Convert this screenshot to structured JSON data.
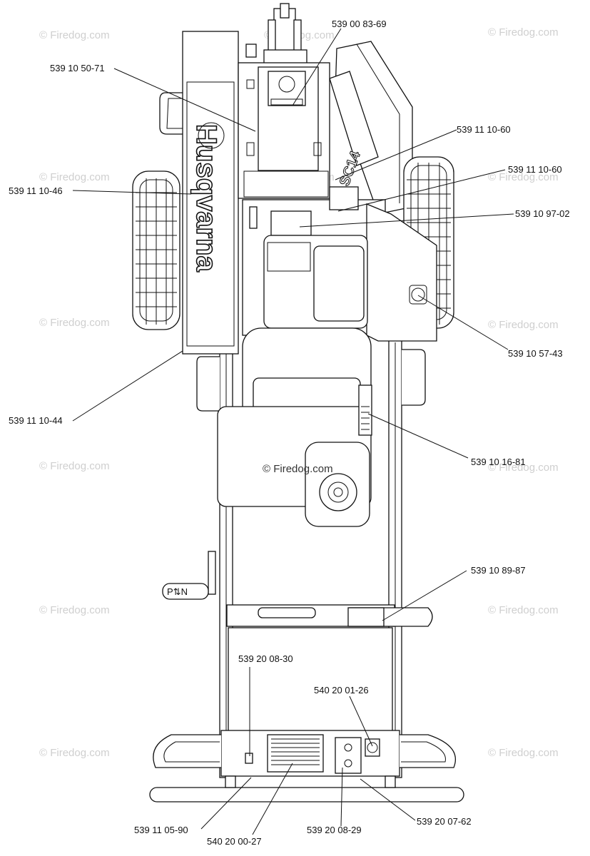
{
  "diagram": {
    "watermark": "© Firedog.com",
    "brand": "Husqvarna",
    "model_decal": "SC14",
    "park_symbol": "P⇅N",
    "part_numbers": [
      "539 00 83-69",
      "539 10 50-71",
      "539 11 10-60",
      "539 11 10-60",
      "539 11 10-46",
      "539 10 97-02",
      "539 10 57-43",
      "539 11 10-44",
      "539 10 16-81",
      "539 10 89-87",
      "539 20 08-30",
      "540 20 01-26",
      "539 11 05-90",
      "540 20 00-27",
      "539 20 08-29",
      "539 20 07-62"
    ]
  }
}
